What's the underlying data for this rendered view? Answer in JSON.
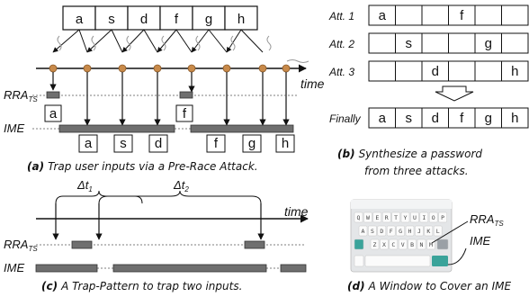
{
  "panel_a": {
    "keys": [
      "a",
      "s",
      "d",
      "f",
      "g",
      "h"
    ],
    "time_label": "time",
    "rra_label": "RRA",
    "rra_sub": "TS",
    "ime_label": "IME",
    "trapped_rra": [
      "a",
      "f"
    ],
    "ime_keys": [
      "a",
      "s",
      "d",
      "f",
      "g",
      "h"
    ],
    "caption_tag": "(a)",
    "caption_text": "Trap user inputs via a Pre-Race Attack."
  },
  "panel_b": {
    "attacks": [
      {
        "label": "Att. 1",
        "cells": [
          "a",
          "",
          "",
          "f",
          "",
          ""
        ]
      },
      {
        "label": "Att. 2",
        "cells": [
          "",
          "s",
          "",
          "",
          "g",
          ""
        ]
      },
      {
        "label": "Att. 3",
        "cells": [
          "",
          "",
          "d",
          "",
          "",
          "h"
        ]
      }
    ],
    "final_label": "Finally",
    "final_cells": [
      "a",
      "s",
      "d",
      "f",
      "g",
      "h"
    ],
    "caption_tag": "(b)",
    "caption_line1": "Synthesize a password",
    "caption_line2": "from three attacks."
  },
  "panel_c": {
    "dt1": "Δt",
    "dt1_sub": "1",
    "dt2": "Δt",
    "dt2_sub": "2",
    "time_label": "time",
    "rra_label": "RRA",
    "rra_sub": "TS",
    "ime_label": "IME",
    "caption_tag": "(c)",
    "caption_text": "A Trap-Pattern to trap two inputs."
  },
  "panel_d": {
    "keyboard_rows": [
      "QWERTYUIOP",
      "ASDFGHJKL",
      "ZXCVBNM"
    ],
    "rra_label": "RRA",
    "rra_sub": "TS",
    "ime_label": "IME",
    "caption_tag": "(d)",
    "caption_text": "A Window to Cover an IME"
  }
}
